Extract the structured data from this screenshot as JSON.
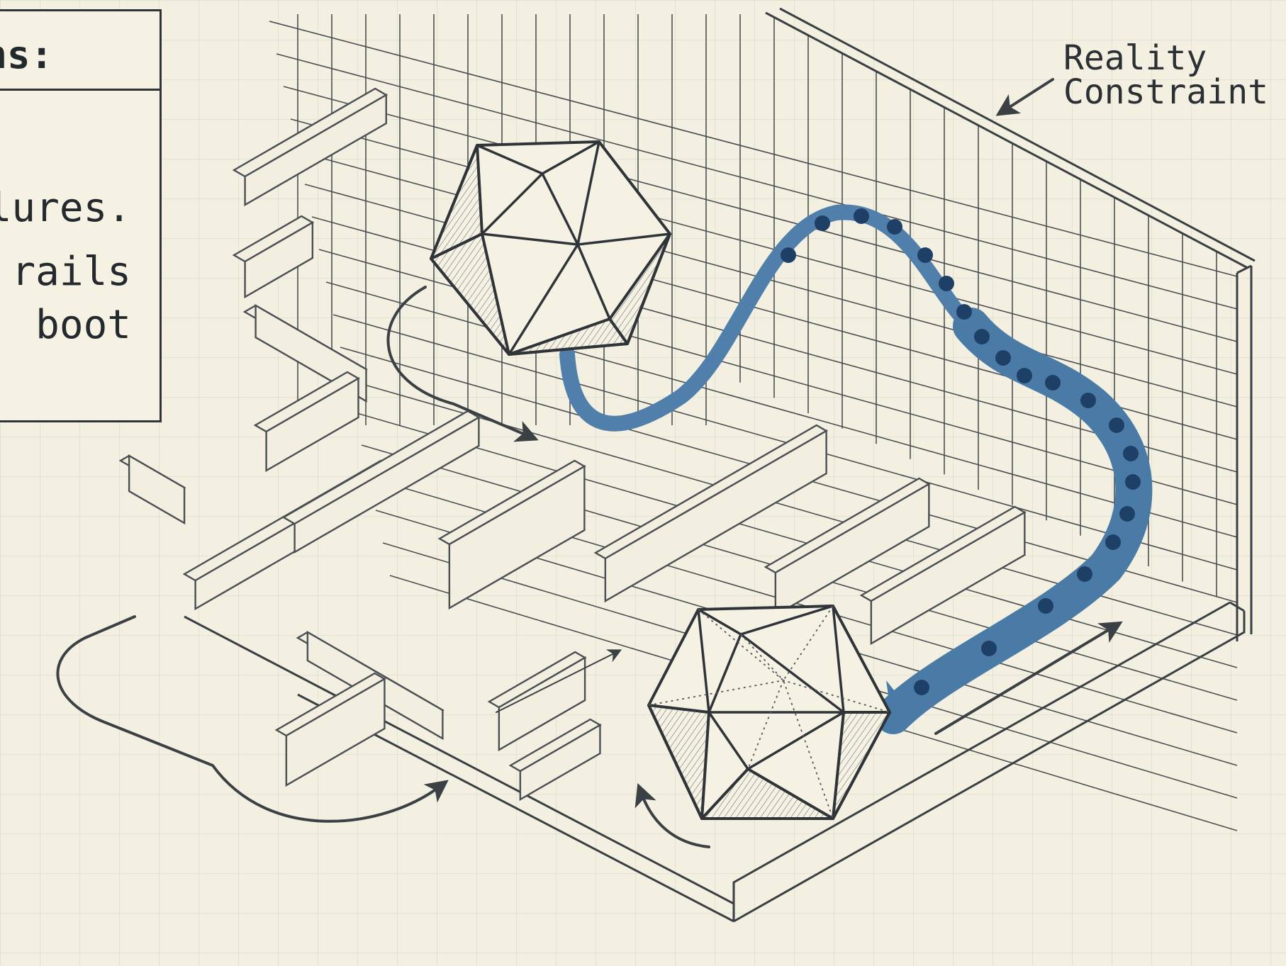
{
  "legend": {
    "title": "ns:",
    "lines": [
      "lures.",
      "rails",
      "boot"
    ]
  },
  "annotation": {
    "line1": "Reality",
    "line2": "Constraint"
  },
  "colors": {
    "paper": "#f3f0e1",
    "grid": "#dcd9c8",
    "ink": "#3a3f43",
    "path": "#4f7faa",
    "path_dark": "#3d6b97",
    "dot": "#1e3f66"
  },
  "icons": [
    "icosahedron-top",
    "icosahedron-bottom",
    "arrow"
  ]
}
